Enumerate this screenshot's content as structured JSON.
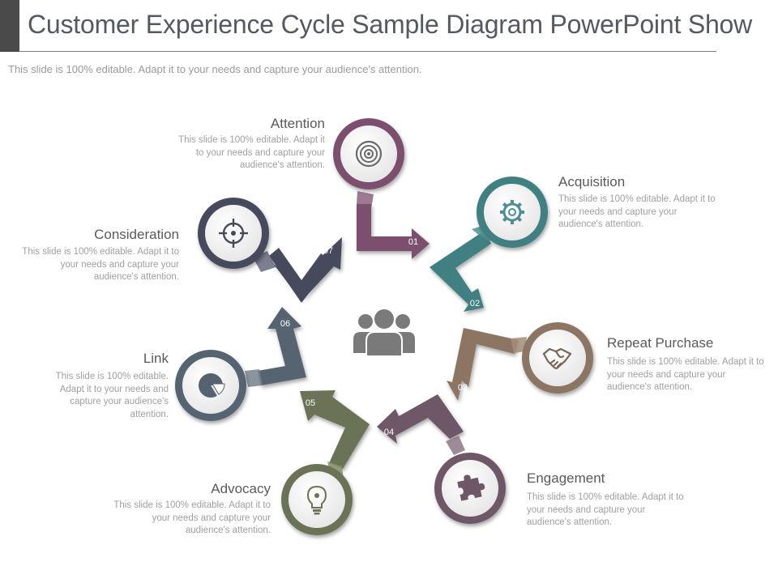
{
  "title": "Customer Experience Cycle Sample Diagram PowerPoint Show",
  "subtitle": "This slide is 100% editable. Adapt it to your needs and capture your audience's attention.",
  "center_icon": "people-group-icon",
  "steps": [
    {
      "number": "01",
      "label": "Attention",
      "description": "This slide is 100% editable. Adapt it to your needs and capture your audience's attention.",
      "icon": "target-icon",
      "color": "#7b4f6e"
    },
    {
      "number": "02",
      "label": "Acquisition",
      "description": "This slide is 100% editable. Adapt it to your needs and capture your audience's attention.",
      "icon": "gear-icon",
      "color": "#3f7f82"
    },
    {
      "number": "03",
      "label": "Repeat Purchase",
      "description": "This slide is 100% editable. Adapt it to your needs and capture your audience's attention.",
      "icon": "handshake-icon",
      "color": "#8c7563"
    },
    {
      "number": "04",
      "label": "Engagement",
      "description": "This slide is 100% editable. Adapt it to your needs and capture your audience's attention.",
      "icon": "puzzle-icon",
      "color": "#6e5867"
    },
    {
      "number": "05",
      "label": "Advocacy",
      "description": "This slide is 100% editable. Adapt it to your needs and capture your audience's attention.",
      "icon": "lightbulb-icon",
      "color": "#6b7355"
    },
    {
      "number": "06",
      "label": "Link",
      "description": "This slide is 100% editable. Adapt it to your needs and capture your audience's attention.",
      "icon": "pie-chart-icon",
      "color": "#56636f"
    },
    {
      "number": "07",
      "label": "Consideration",
      "description": "This slide is 100% editable. Adapt it to your needs and capture your audience's attention.",
      "icon": "crosshair-icon",
      "color": "#464a5d"
    }
  ]
}
